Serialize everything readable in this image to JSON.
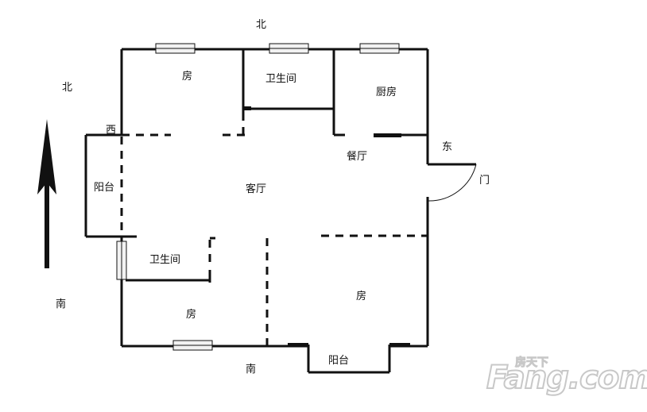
{
  "compass": {
    "north_top": "北",
    "north_left": "北",
    "south_left": "南",
    "south_bottom": "南",
    "west": "西",
    "east": "东"
  },
  "rooms": {
    "bedroom_nw": "房",
    "bathroom_north": "卫生间",
    "kitchen": "厨房",
    "dining": "餐厅",
    "living": "客厅",
    "balcony_west": "阳台",
    "bathroom_sw": "卫生间",
    "bedroom_sw": "房",
    "bedroom_se": "房",
    "balcony_south": "阳台"
  },
  "door": "门",
  "watermark": {
    "brand": "Fang.com",
    "brand_cn": "房天下"
  },
  "colors": {
    "wall": "#111111",
    "window_fill": "#f2f2f2",
    "watermark_stroke": "#c8c8c8"
  }
}
